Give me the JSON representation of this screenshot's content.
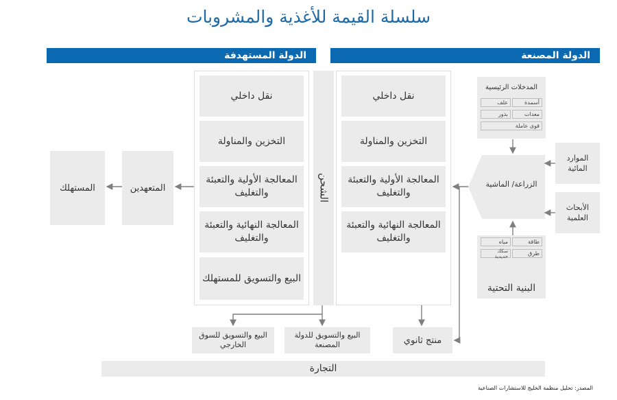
{
  "title": "سلسلة القيمة للأغذية والمشروبات",
  "headers": {
    "target_country": "الدولة المستهدفة",
    "manufacturing_country": "الدولة المصنعة"
  },
  "shipping": "الشحن",
  "target_column": {
    "items": [
      "نقل داخلي",
      "التخزين والمناولة",
      "المعالجة الأولية والتعبئة والتغليف",
      "المعالجة النهائية والتعبئة والتغليف",
      "البيع والتسويق للمستهلك"
    ]
  },
  "manufacturing_column": {
    "items": [
      "نقل داخلي",
      "التخزين والمناولة",
      "المعالجة الأولية والتعبئة والتغليف",
      "المعالجة النهائية والتعبئة والتغليف"
    ]
  },
  "contractors": "المتعهدين",
  "consumer": "المستهلك",
  "main_inputs": {
    "title": "المدخلات الرئيسية",
    "items": [
      "أسمدة",
      "علف",
      "معدات",
      "بذور",
      "قوى عاملة"
    ]
  },
  "agriculture": "الزراعة/ الماشية",
  "water_resources": "الموارد المائية",
  "scientific_research": "الأبحاث العلمية",
  "infrastructure": {
    "title": "البنية التحتية",
    "items": [
      "طاقة",
      "مياه",
      "طرق",
      "سكك حديدية"
    ]
  },
  "secondary_product": "منتج ثانوي",
  "sales_export": "البيع والتسويق للسوق الخارجي",
  "sales_domestic": "البيع والتسويق للدولة المصنعة",
  "trade": "التجارة",
  "source": "المصدر: تحليل منظمة الخليج للاستشارات الصناعية",
  "colors": {
    "accent": "#0a69b1",
    "title": "#1f6aa5",
    "box": "#ebebeb",
    "arrow": "#7f7f7f"
  }
}
